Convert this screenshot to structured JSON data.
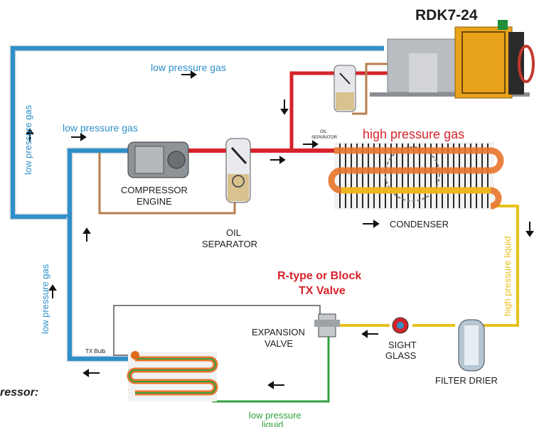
{
  "title": "RDK7-24",
  "labels": {
    "low_pressure_gas_top": "low pressure gas",
    "low_pressure_gas_left_upper": "low pressure gas",
    "low_pressure_gas_mid": "low pressure gas",
    "low_pressure_gas_left_lower": "low pressure gas",
    "oil_separator_small": "OIL\nSEPARATOR",
    "high_pressure_gas": "high pressure gas",
    "compressor_engine_1": "COMPRESSOR",
    "compressor_engine_2": "ENGINE",
    "oil_separator_1": "OIL",
    "oil_separator_2": "SEPARATOR",
    "condenser": "CONDENSER",
    "high_pressure_liquid": "high pressure liquid",
    "valve_title_1": "R-type or Block",
    "valve_title_2": "TX Valve",
    "expansion_valve_1": "EXPANSION",
    "expansion_valve_2": "VALVE",
    "sight_glass_1": "SIGHT",
    "sight_glass_2": "GLASS",
    "filter_drier": "FILTER DRIER",
    "tx_bulb": "TX Bulb",
    "low_pressure_liquid_1": "low pressure",
    "low_pressure_liquid_2": "liquid",
    "partial_caption": "ressor:"
  },
  "colors": {
    "low_pressure_gas": "#2e8fc9",
    "high_pressure_gas": "#d4232a",
    "high_pressure_liquid": "#e8c21c",
    "low_pressure_liquid": "#33a043",
    "oil_line": "#b57f4c",
    "heading_red": "#d4232a"
  }
}
